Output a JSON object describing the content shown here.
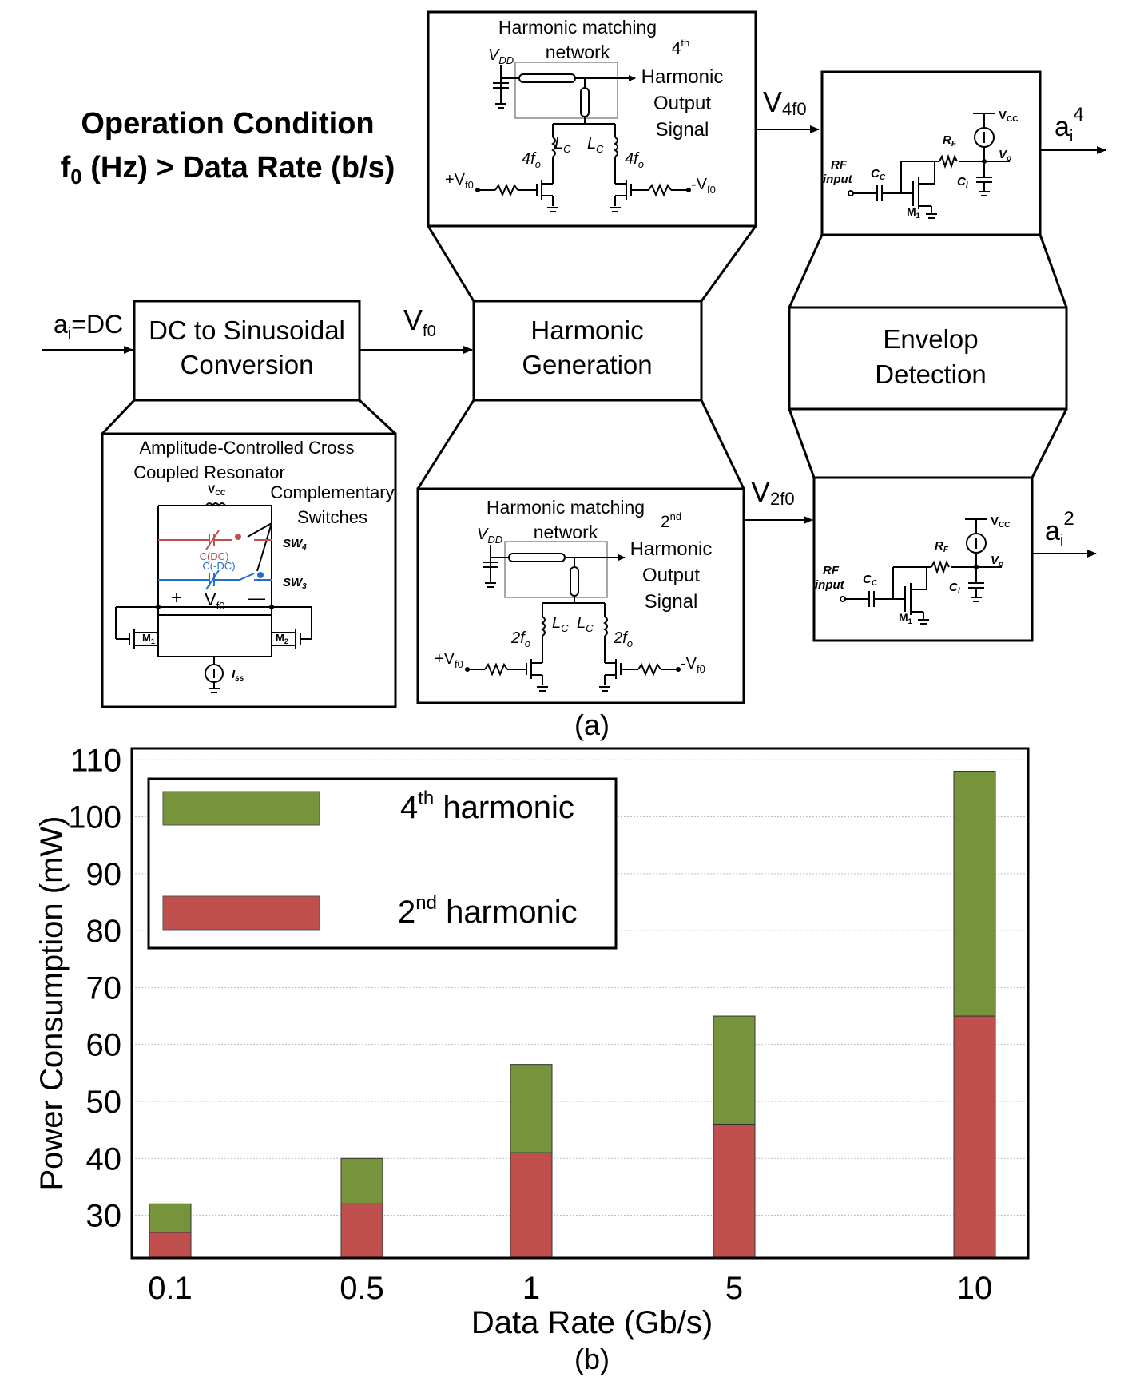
{
  "condition": {
    "line1": "Operation Condition",
    "line2": "f",
    "line2_sub": "0",
    "line2_rest": " (Hz) > Data Rate (b/s)"
  },
  "blocks": {
    "dc_conv": {
      "line1": "DC to Sinusoidal",
      "line2": "Conversion"
    },
    "harm_gen": {
      "line1": "Harmonic",
      "line2": "Generation"
    },
    "env_det": {
      "line1": "Envelop",
      "line2": "Detection"
    }
  },
  "signals": {
    "input_a": "a",
    "input_sub": "i",
    "input_rest": "=DC",
    "vf0": "V",
    "vf0_sub": "f0",
    "v4f0": "V",
    "v4f0_sub": "4f0",
    "v2f0": "V",
    "v2f0_sub": "2f0",
    "out4": "a",
    "out4_sub": "i",
    "out4_sup": "4",
    "out2": "a",
    "out2_sub": "i",
    "out2_sup": "2"
  },
  "harm4_box": {
    "title1": "Harmonic matching",
    "title2": "network",
    "vdd": "V",
    "vdd_sub": "DD",
    "out_num": "4",
    "out_sup": "th",
    "out1": "Harmonic",
    "out2": "Output",
    "out3": "Signal",
    "lc": "L",
    "lc_sub": "C",
    "freq": "4f",
    "freq_sub": "o",
    "plus_v": "+V",
    "minus_v": "-V",
    "v_sub": "f0"
  },
  "harm2_box": {
    "title1": "Harmonic matching",
    "title2": "network",
    "vdd": "V",
    "vdd_sub": "DD",
    "out_num": "2",
    "out_sup": "nd",
    "out1": "Harmonic",
    "out2": "Output",
    "out3": "Signal",
    "lc": "L",
    "lc_sub": "C",
    "freq": "2f",
    "freq_sub": "o",
    "plus_v": "+V",
    "minus_v": "-V",
    "v_sub": "f0"
  },
  "env_box": {
    "vcc": "V",
    "vcc_sub": "CC",
    "rf": "R",
    "rf_sub": "F",
    "vo": "V",
    "vo_sub": "o",
    "cl": "C",
    "cl_sub": "l",
    "cc": "C",
    "cc_sub": "C",
    "rf_in1": "RF",
    "rf_in2": "input",
    "m1": "M",
    "m1_sub": "1"
  },
  "osc_box": {
    "title1": "Amplitude-Controlled Cross",
    "title2": "Coupled Resonator",
    "vcc": "V",
    "vcc_sub": "CC",
    "sw_label1": "Complementary",
    "sw_label2": "Switches",
    "cdc": "C(DC)",
    "cmdc": "C(-DC)",
    "sw4": "SW",
    "sw4_sub": "4",
    "sw3": "SW",
    "sw3_sub": "3",
    "plus": "+",
    "minus": "—",
    "vf": "V",
    "vf_sub": "f0",
    "m1": "M",
    "m1_sub": "1",
    "m2": "M",
    "m2_sub": "2",
    "iss": "I",
    "iss_sub": "ss"
  },
  "panel_a": "(a)",
  "panel_b": "(b)",
  "colors": {
    "red_line": "#c0504d",
    "blue_line": "#1f6fd1",
    "green_bar": "#77933c",
    "red_bar": "#c0504d"
  },
  "chart_data": {
    "type": "bar",
    "stacked": true,
    "categories": [
      "0.1",
      "0.5",
      "1",
      "5",
      "10"
    ],
    "series": [
      {
        "name": "2nd harmonic",
        "values": [
          27,
          32,
          41,
          46,
          65
        ]
      },
      {
        "name": "4th harmonic",
        "values": [
          5,
          8,
          15.5,
          19,
          43
        ]
      }
    ],
    "legend": [
      {
        "base": "4",
        "sup": "th",
        "rest": " harmonic"
      },
      {
        "base": "2",
        "sup": "nd",
        "rest": " harmonic"
      }
    ],
    "xlabel": "Data Rate (Gb/s)",
    "ylabel": "Power Consumption (mW)",
    "yticks": [
      "30",
      "40",
      "50",
      "60",
      "70",
      "80",
      "90",
      "100",
      "110"
    ],
    "ylim": [
      22.5,
      112
    ],
    "grid": true,
    "legend_position": "top-left"
  }
}
